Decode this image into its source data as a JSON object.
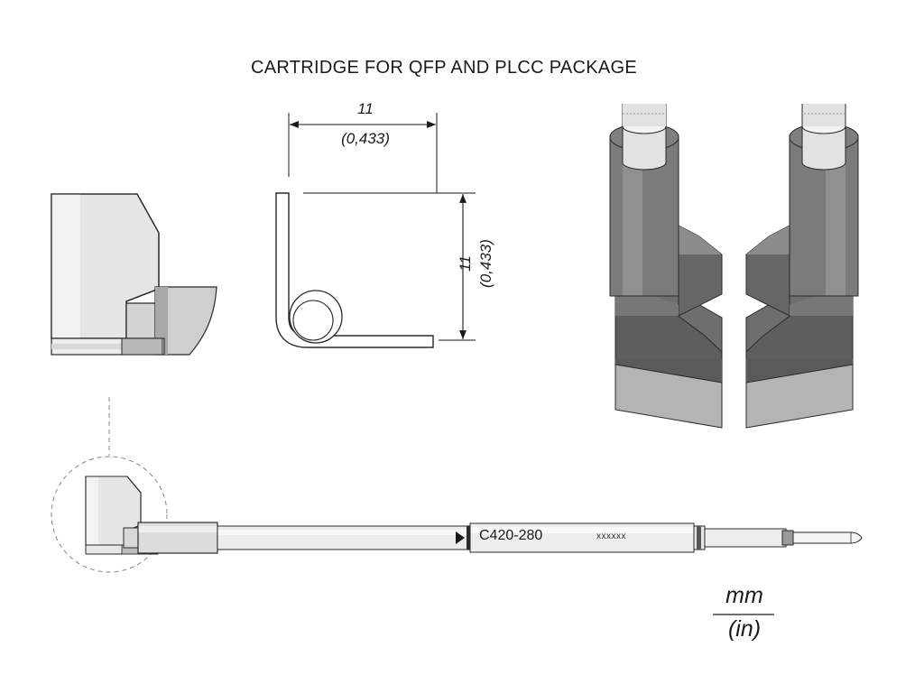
{
  "title": "CARTRIDGE FOR QFP AND PLCC PACKAGE",
  "dimensions": {
    "horizontal": {
      "value": "11",
      "imperial": "(0,433)"
    },
    "vertical": {
      "value": "11",
      "imperial": "(0,433)"
    }
  },
  "cartridge": {
    "model": "C420-280",
    "serial": "xxxxxx"
  },
  "units": {
    "metric": "mm",
    "imperial": "(in)"
  },
  "colors": {
    "line": "#1a1a1a",
    "body_light": "#e4e4e4",
    "body_mid": "#cfcfcf",
    "body_dark": "#9a9a9a",
    "tip_dark": "#5e5e5e",
    "tip_band": "#b4b4b4"
  }
}
